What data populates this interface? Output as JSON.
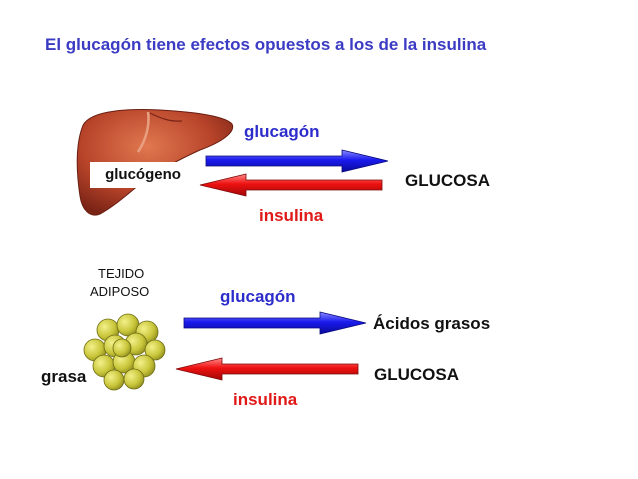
{
  "title": "El glucagón tiene efectos opuestos a los de la insulina",
  "liver_section": {
    "glucagon_label": "glucagón",
    "storage_label": "glucógeno",
    "product_label": "GLUCOSA",
    "insulin_label": "insulina"
  },
  "adipose_section": {
    "tissue_label_line1": "TEJIDO",
    "tissue_label_line2": "ADIPOSO",
    "glucagon_label": "glucagón",
    "product_label": "Ácidos grasos",
    "storage_label": "grasa",
    "source_label": "GLUCOSA",
    "insulin_label": "insulina"
  },
  "colors": {
    "glucagon_arrow": "#1a1aee",
    "insulin_arrow": "#ee1111",
    "liver": "#b8442a",
    "fat_cell": "#c9c63a"
  }
}
